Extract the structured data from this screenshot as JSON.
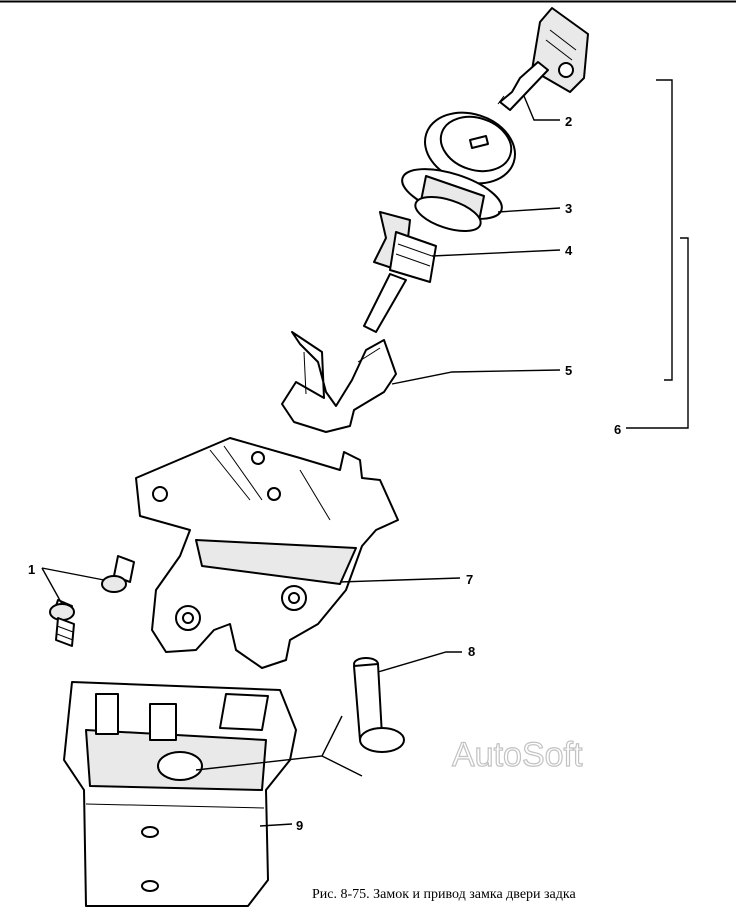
{
  "labels": {
    "l1": "1",
    "l2": "2",
    "l3": "3",
    "l4": "4",
    "l5": "5",
    "l6": "6",
    "l7": "7",
    "l8": "8",
    "l9": "9"
  },
  "watermark": "AutoSoft",
  "caption": "Рис. 8-75. Замок и привод замка двери задка"
}
